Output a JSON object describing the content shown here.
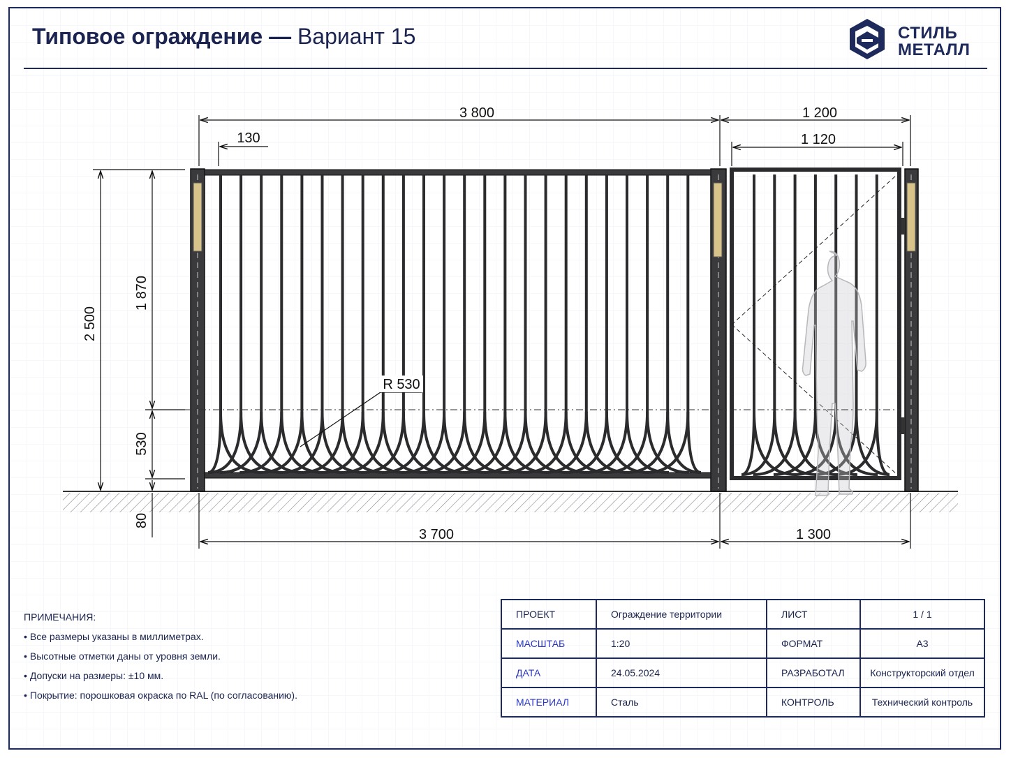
{
  "header": {
    "title_main": "Типовое ограждение",
    "title_dash": " — ",
    "title_sub": "Вариант 15",
    "logo_line1": "СТИЛЬ",
    "logo_line2": "МЕТАЛЛ"
  },
  "dimensions": {
    "total_width_fence": "3 800",
    "total_width_gate": "1 200",
    "inner_gate": "1 120",
    "post_offset": "130",
    "total_height": "2 500",
    "upper_height": "1 870",
    "arc_height": "530",
    "ground_gap": "80",
    "bottom_fence": "3 700",
    "bottom_gate": "1 300",
    "radius_label": "R 530"
  },
  "notes": {
    "title": "ПРИМЕЧАНИЯ:",
    "items": [
      "Все размеры указаны в миллиметрах.",
      "Высотные отметки даны от уровня земли.",
      "Допуски на размеры: ±10 мм.",
      "Покрытие: порошковая окраска по RAL (по согласованию)."
    ]
  },
  "title_block": {
    "rows": [
      {
        "k1": "ПРОЕКТ",
        "v1": "Ограждение территории",
        "k2": "ЛИСТ",
        "v2": "1 / 1"
      },
      {
        "k1": "МАСШТАБ",
        "v1": "1:20",
        "k2": "ФОРМАТ",
        "v2": "А3"
      },
      {
        "k1": "ДАТА",
        "v1": "24.05.2024",
        "k2": "РАЗРАБОТАЛ",
        "v2": "Конструкторский отдел"
      },
      {
        "k1": "МАТЕРИАЛ",
        "v1": "Сталь",
        "k2": "КОНТРОЛЬ",
        "v2": "Технический контроль"
      }
    ]
  },
  "colors": {
    "frame": "#1f2a5c",
    "accent_blue": "#2a36c8",
    "metal": "#2e2e30",
    "hinge": "#d8c48a"
  }
}
